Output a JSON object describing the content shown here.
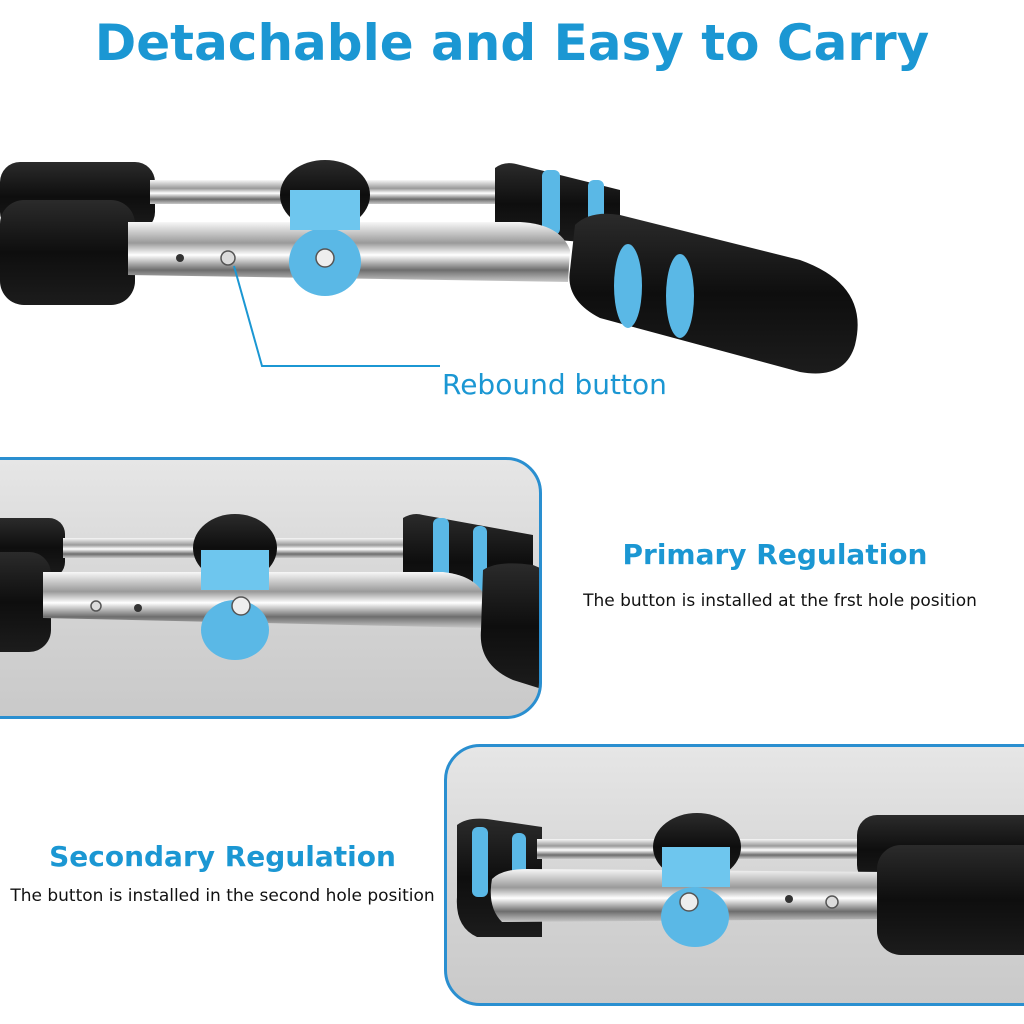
{
  "header": {
    "title": "Detachable and Easy to Carry"
  },
  "callout": {
    "label": "Rebound button"
  },
  "primary": {
    "title": "Primary Regulation",
    "description": "The button is installed at the frst hole position"
  },
  "secondary": {
    "title": "Secondary Regulation",
    "description": "The button is installed in the second hole position"
  },
  "colors": {
    "accent": "#1b97d3",
    "foam_black": "#111111",
    "foam_blue": "#5ab8e6",
    "panel_border": "#2a8fd0"
  }
}
